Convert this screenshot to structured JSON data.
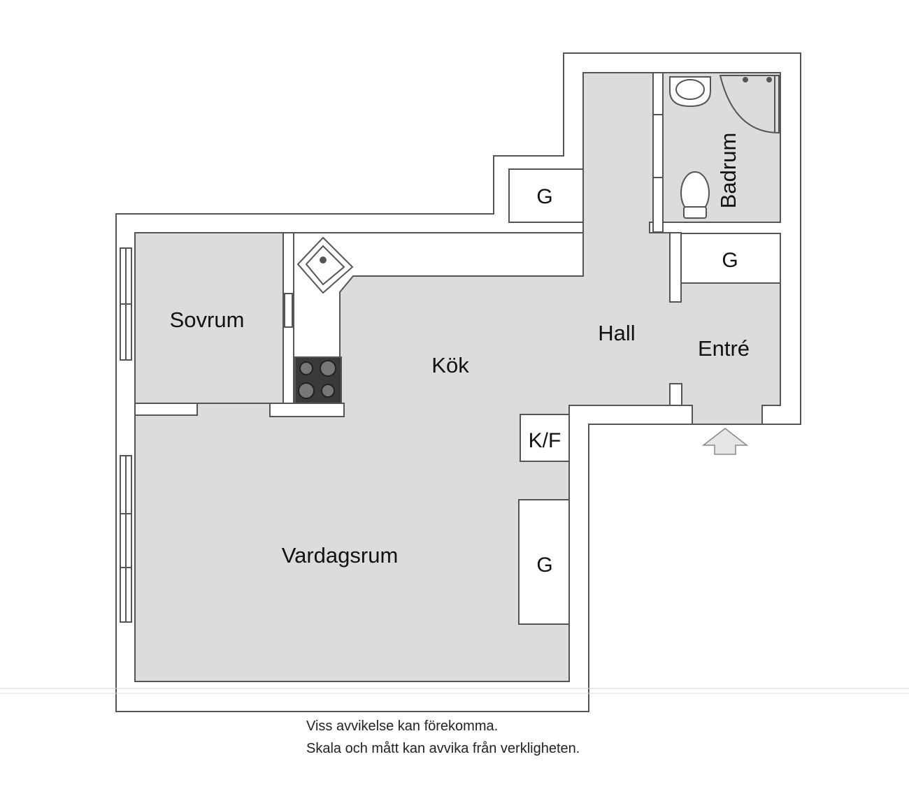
{
  "rooms": {
    "sovrum": "Sovrum",
    "kok": "Kök",
    "hall": "Hall",
    "entre": "Entré",
    "badrum": "Badrum",
    "vardagsrum": "Vardagsrum"
  },
  "closets": {
    "g_top": "G",
    "g_right": "G",
    "g_bottom": "G",
    "kf": "K/F"
  },
  "disclaimer": {
    "line1": "Viss avvikelse kan förekomma.",
    "line2": "Skala och mått kan avvika från verkligheten."
  },
  "colors": {
    "floor": "#dcdcdc",
    "wall": "#ffffff",
    "outline": "#555555",
    "stove": "#3a3a3a"
  },
  "icons": {
    "sink": "kitchen-sink-icon",
    "stove": "stove-icon",
    "wc": "toilet-icon",
    "basin": "washbasin-icon",
    "shower": "shower-icon",
    "entry": "entrance-arrow-icon"
  }
}
